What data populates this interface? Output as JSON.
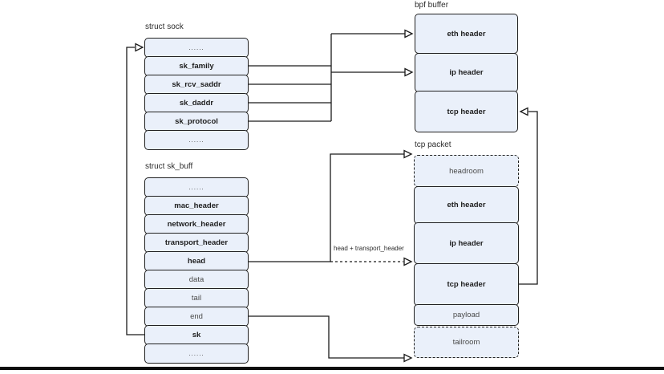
{
  "sock": {
    "title": "struct sock",
    "rows": [
      {
        "label": "......"
      },
      {
        "label": "sk_family"
      },
      {
        "label": "sk_rcv_saddr"
      },
      {
        "label": "sk_daddr"
      },
      {
        "label": "sk_protocol"
      },
      {
        "label": "......"
      }
    ]
  },
  "skbuff": {
    "title": "struct sk_buff",
    "rows": [
      {
        "label": "......"
      },
      {
        "label": "mac_header"
      },
      {
        "label": "network_header"
      },
      {
        "label": "transport_header"
      },
      {
        "label": "head"
      },
      {
        "label": "data"
      },
      {
        "label": "tail"
      },
      {
        "label": "end"
      },
      {
        "label": "sk"
      },
      {
        "label": "......"
      }
    ]
  },
  "bpf": {
    "title": "bpf buffer",
    "rows": [
      {
        "label": "eth header"
      },
      {
        "label": "ip header"
      },
      {
        "label": "tcp header"
      }
    ]
  },
  "packet": {
    "title": "tcp packet",
    "rows": [
      {
        "label": "headroom"
      },
      {
        "label": "eth header"
      },
      {
        "label": "ip header"
      },
      {
        "label": "tcp header"
      },
      {
        "label": "payload"
      },
      {
        "label": "tailroom"
      }
    ]
  },
  "connector": {
    "label": "head + transport_header"
  },
  "colors": {
    "background": "#ffffff",
    "box_fill": "#eaf0fa",
    "box_border": "#202020",
    "line": "#1a1a1a",
    "bold_text": "#1d1d1d",
    "muted_text": "#4a4a4a",
    "bottom_rule": "#0c0c0c"
  }
}
